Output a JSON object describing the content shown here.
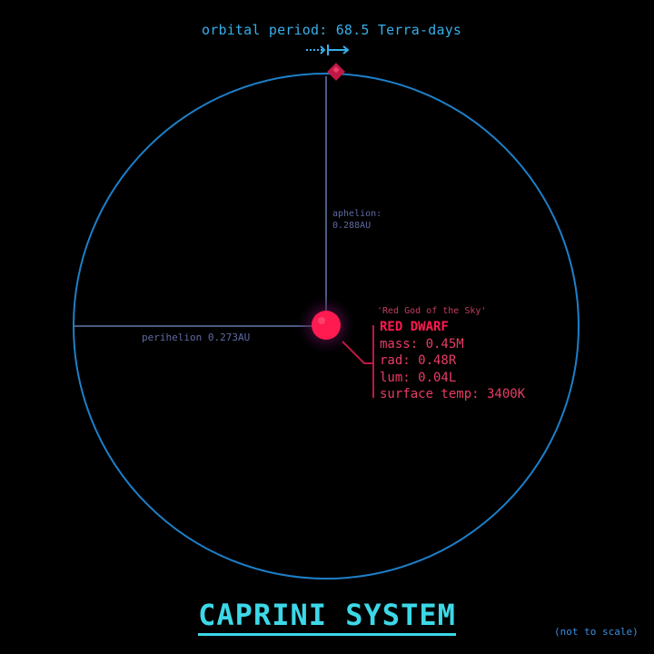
{
  "orbit": {
    "period_label": "orbital period: 68.5 Terra-days",
    "aphelion_label": "aphelion:",
    "aphelion_value": "0.288AU",
    "perihelion_label": "perihelion 0.273AU"
  },
  "star": {
    "nickname": "'Red God of the Sky'",
    "type": "RED DWARF",
    "mass": "mass: 0.45M",
    "radius": "rad: 0.48R",
    "luminosity": "lum: 0.04L",
    "surface_temp": "surface temp: 3400K"
  },
  "system": {
    "title": "CAPRINI SYSTEM",
    "scale_note": "(not to scale)"
  },
  "colors": {
    "orbit": "#1e7fc8",
    "star": "#ff1a50",
    "planet": "#c01844",
    "guide": "#4a5a80",
    "accent": "#38aee8"
  }
}
